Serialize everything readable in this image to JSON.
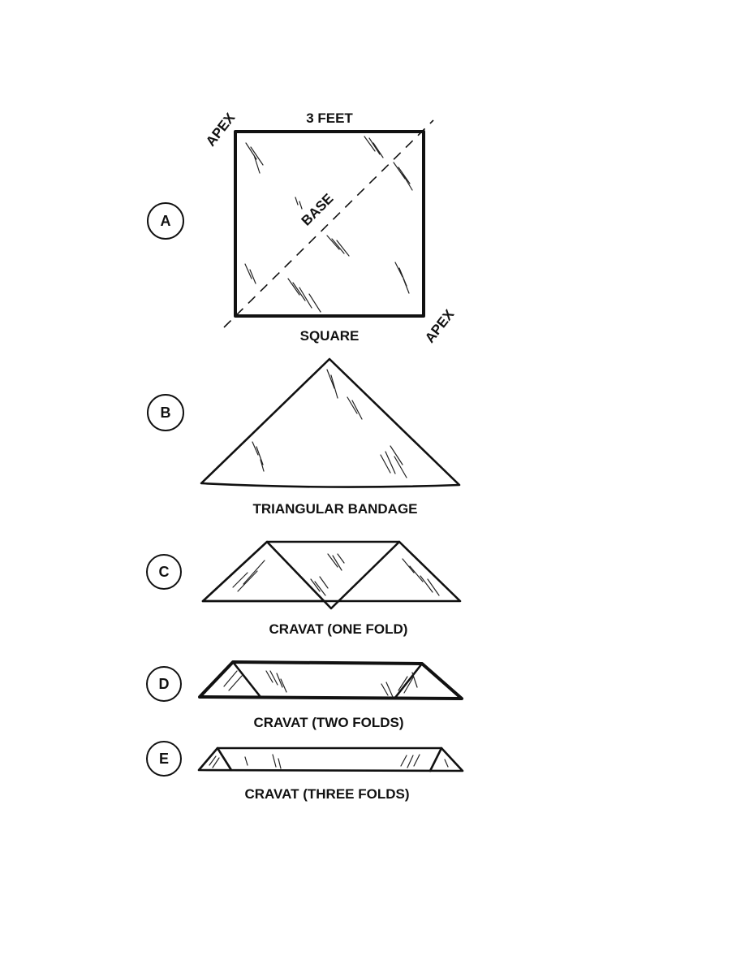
{
  "figures": [
    {
      "letter": "A",
      "caption": "SQUARE",
      "labels": {
        "top": "3 FEET",
        "diagonal": "BASE",
        "corner_top_left": "APEX",
        "corner_bottom_right": "APEX"
      }
    },
    {
      "letter": "B",
      "caption": "TRIANGULAR BANDAGE"
    },
    {
      "letter": "C",
      "caption": "CRAVAT (ONE FOLD)"
    },
    {
      "letter": "D",
      "caption": "CRAVAT (TWO FOLDS)"
    },
    {
      "letter": "E",
      "caption": "CRAVAT (THREE FOLDS)"
    }
  ]
}
